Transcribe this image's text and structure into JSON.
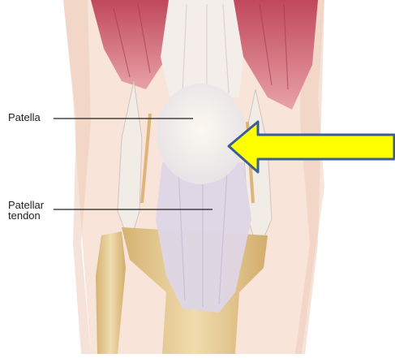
{
  "labels": {
    "patella": "Patella",
    "patellar_tendon_line1": "Patellar",
    "patellar_tendon_line2": "tendon"
  },
  "colors": {
    "background": "#ffffff",
    "skin": "#f7e2d6",
    "muscle": "#c85a6a",
    "tendon": "#f1ece8",
    "kneecap": "#f5f0e6",
    "tendon_sheath": "#ddd6e6",
    "bone": "#e2c690",
    "arrow_fill": "#ffff00",
    "arrow_outline": "#3b5f90",
    "leader_line": "#222222"
  },
  "arrow": {
    "direction": "left",
    "points_to": "patella"
  }
}
